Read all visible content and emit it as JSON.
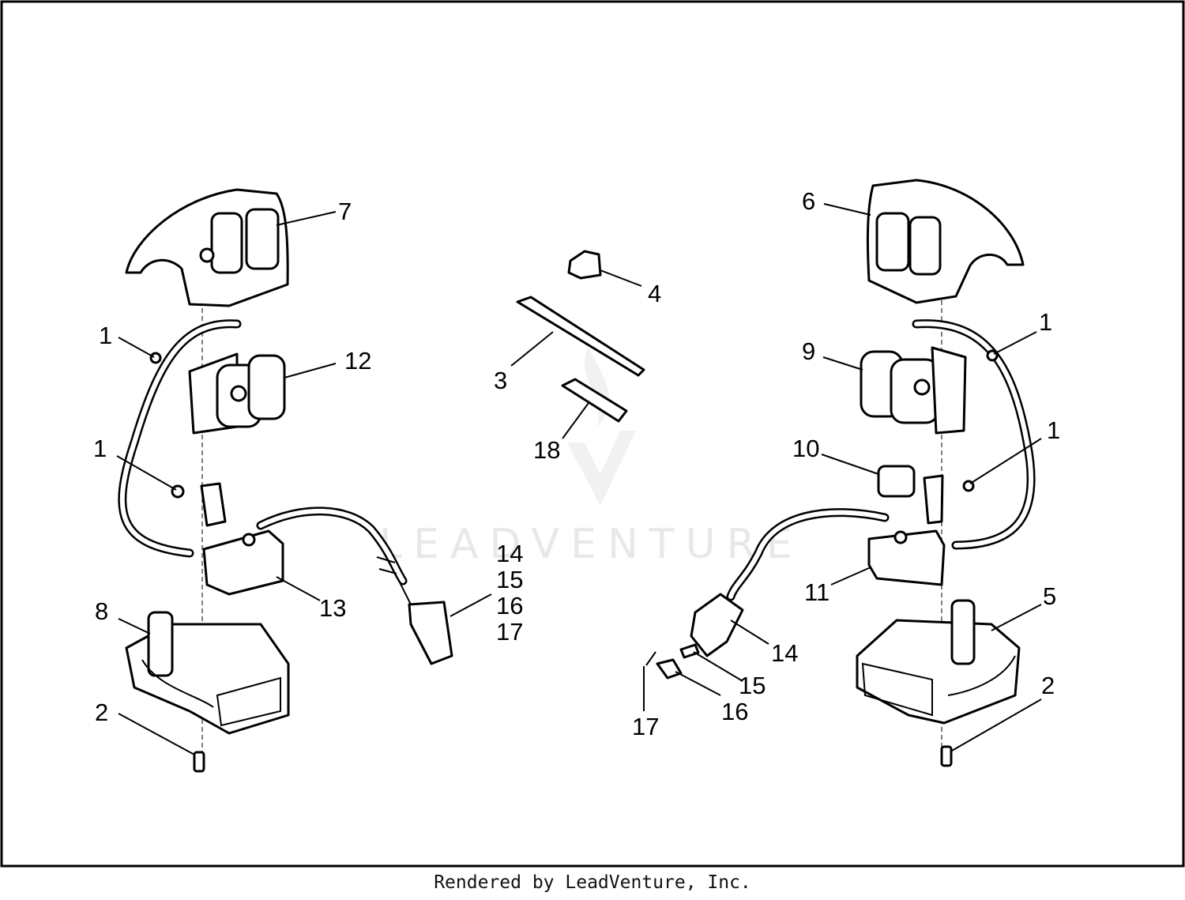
{
  "callouts": {
    "c1a": "1",
    "c1b": "1",
    "c1c": "1",
    "c1d": "1",
    "c2a": "2",
    "c2b": "2",
    "c3": "3",
    "c4": "4",
    "c5": "5",
    "c6": "6",
    "c7": "7",
    "c8": "8",
    "c9": "9",
    "c10": "10",
    "c11": "11",
    "c12": "12",
    "c13": "13",
    "c14a": "14",
    "c15a": "15",
    "c16a": "16",
    "c17a": "17",
    "c14b": "14",
    "c15b": "15",
    "c16b": "16",
    "c17b": "17",
    "c18": "18"
  },
  "watermark": "LEADVENTURE",
  "footer": "Rendered by LeadVenture, Inc."
}
